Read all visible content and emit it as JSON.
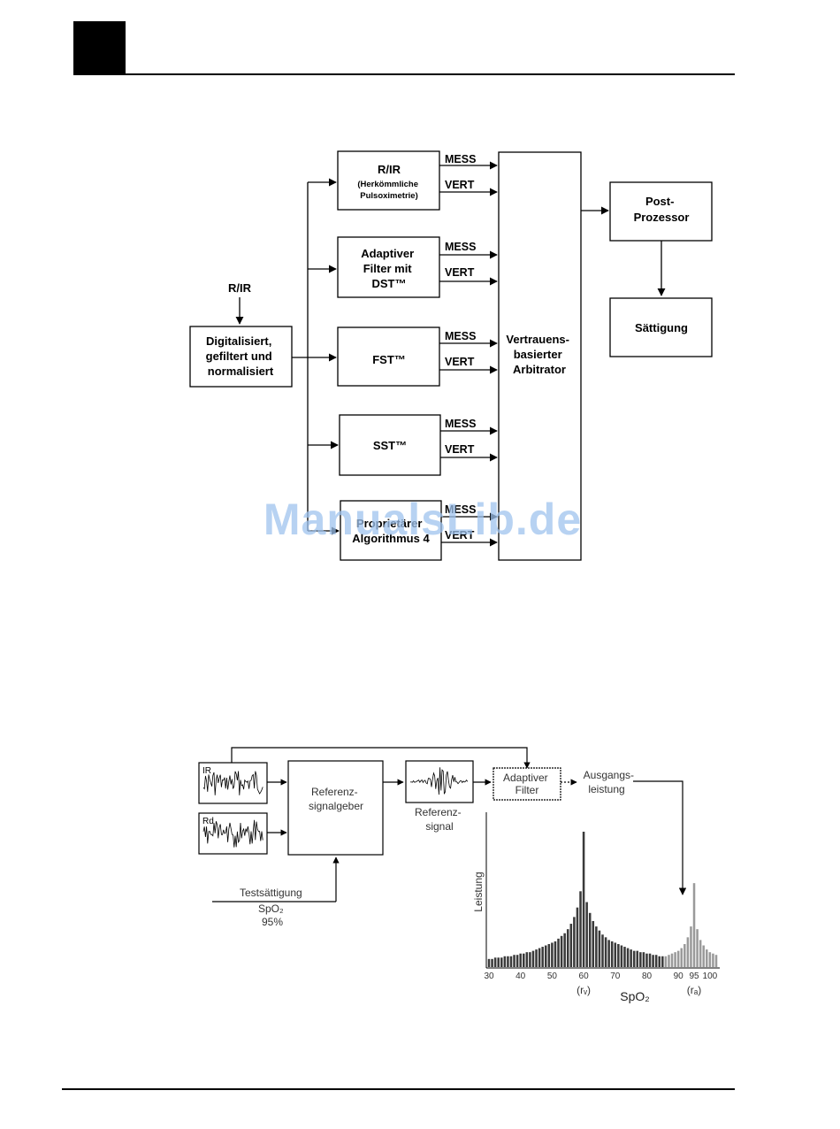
{
  "diagram1": {
    "input_label": "R/IR",
    "preprocess_lines": [
      "Digitalisiert,",
      "gefiltert und",
      "normalisiert"
    ],
    "algorithms": [
      {
        "lines": [
          "R/IR"
        ],
        "sub_lines": [
          "(Herkömmliche",
          "Pulsoximetrie)"
        ],
        "out1": "MESS",
        "out2": "VERT"
      },
      {
        "lines": [
          "Adaptiver",
          "Filter mit",
          "DST™"
        ],
        "sub_lines": [],
        "out1": "MESS",
        "out2": "VERT"
      },
      {
        "lines": [
          "FST™"
        ],
        "sub_lines": [],
        "out1": "MESS",
        "out2": "VERT"
      },
      {
        "lines": [
          "SST™"
        ],
        "sub_lines": [],
        "out1": "MESS",
        "out2": "VERT"
      },
      {
        "lines": [
          "Proprietärer",
          "Algorithmus 4"
        ],
        "sub_lines": [],
        "out1": "MESS",
        "out2": "VERT"
      }
    ],
    "arbitrator_lines": [
      "Vertrauens-",
      "basierter",
      "Arbitrator"
    ],
    "postprocessor_lines": [
      "Post-",
      "Prozessor"
    ],
    "saturation_label": "Sättigung"
  },
  "watermark": "ManualsLib.de",
  "diagram2": {
    "ir_label": "IR",
    "rd_label": "Rd",
    "reference_generator_lines": [
      "Referenz-",
      "signalgeber"
    ],
    "reference_signal_lines": [
      "Referenz-",
      "signal"
    ],
    "adaptive_filter_lines": [
      "Adaptiver",
      "Filter"
    ],
    "output_power_lines": [
      "Ausgangs-",
      "leistung"
    ],
    "test_saturation_lines": [
      "Testsättigung",
      "SpO₂",
      "95%"
    ]
  },
  "chart_data": {
    "type": "bar",
    "ylabel": "Leistung",
    "xlabel": "SpO₂",
    "x_ticks": [
      30,
      40,
      50,
      60,
      70,
      80,
      90,
      95,
      100
    ],
    "xlim": [
      30,
      102
    ],
    "peak_labels": [
      {
        "x": 60,
        "text": "(rᵥ)"
      },
      {
        "x": 95,
        "text": "(rₐ)"
      }
    ],
    "series": [
      {
        "color": "#3a3a3a",
        "x": [
          30,
          31,
          32,
          33,
          34,
          35,
          36,
          37,
          38,
          39,
          40,
          41,
          42,
          43,
          44,
          45,
          46,
          47,
          48,
          49,
          50,
          51,
          52,
          53,
          54,
          55,
          56,
          57,
          58,
          59,
          60,
          61,
          62,
          63,
          64,
          65,
          66,
          67,
          68,
          69,
          70,
          71,
          72,
          73,
          74,
          75,
          76,
          77,
          78,
          79,
          80,
          81,
          82,
          83,
          84,
          85
        ],
        "values": [
          6,
          6,
          7,
          7,
          7,
          8,
          8,
          8,
          9,
          9,
          10,
          10,
          11,
          11,
          12,
          13,
          14,
          15,
          16,
          17,
          18,
          19,
          21,
          23,
          25,
          28,
          32,
          37,
          44,
          56,
          100,
          48,
          40,
          34,
          30,
          27,
          24,
          22,
          20,
          19,
          18,
          17,
          16,
          15,
          14,
          13,
          12,
          12,
          11,
          11,
          10,
          10,
          9,
          9,
          8,
          8
        ]
      },
      {
        "color": "#9a9a9a",
        "x": [
          86,
          87,
          88,
          89,
          90,
          91,
          92,
          93,
          94,
          95,
          96,
          97,
          98,
          99,
          100,
          101,
          102
        ],
        "values": [
          8,
          9,
          10,
          11,
          12,
          14,
          17,
          22,
          30,
          62,
          28,
          20,
          16,
          13,
          11,
          10,
          9
        ]
      }
    ]
  }
}
